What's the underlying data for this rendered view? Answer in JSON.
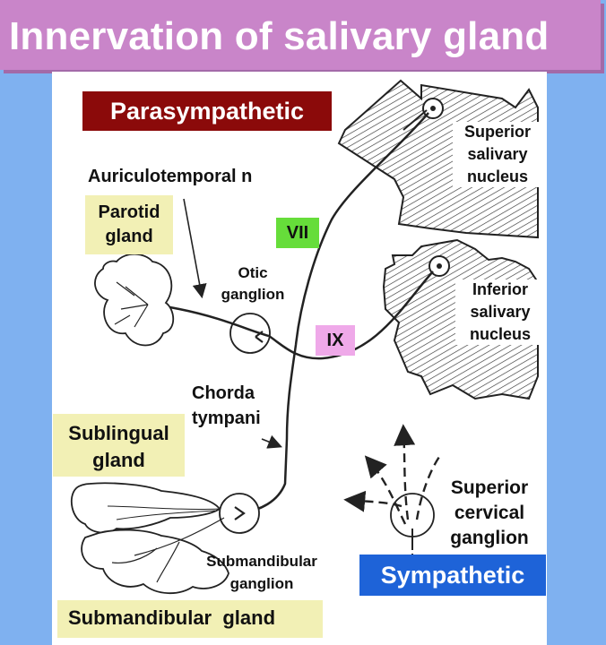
{
  "title": "Innervation of salivary gland",
  "labels": {
    "parasympathetic": "Parasympathetic",
    "sympathetic": "Sympathetic",
    "auriculotemporal": "Auriculotemporal n",
    "parotid_line1": "Parotid",
    "parotid_line2": "gland",
    "otic_line1": "Otic",
    "otic_line2": "ganglion",
    "vii": "VII",
    "ix": "IX",
    "superior_salivary_line1": "Superior",
    "superior_salivary_line2": "salivary",
    "superior_salivary_line3": "nucleus",
    "inferior_salivary_line1": "Inferior",
    "inferior_salivary_line2": "salivary",
    "inferior_salivary_line3": "nucleus",
    "chorda_line1": "Chorda",
    "chorda_line2": "tympani",
    "sublingual_line1": "Sublingual",
    "sublingual_line2": "gland",
    "superior_cervical_line1": "Superior",
    "superior_cervical_line2": "cervical",
    "superior_cervical_line3": "ganglion",
    "submandibular_ganglion_line1": "Submandibular",
    "submandibular_ganglion_line2": "ganglion",
    "submandibular_gland": "Submandibular  gland"
  },
  "colors": {
    "background": "#7fb1f0",
    "title_bar": "#c985c9",
    "parasympathetic_box": "#8b0a0a",
    "sympathetic_box": "#1e63d8",
    "vii_tag": "#66dd3a",
    "ix_tag": "#efa9e9",
    "gland_label_box": "#f2f0b5"
  }
}
